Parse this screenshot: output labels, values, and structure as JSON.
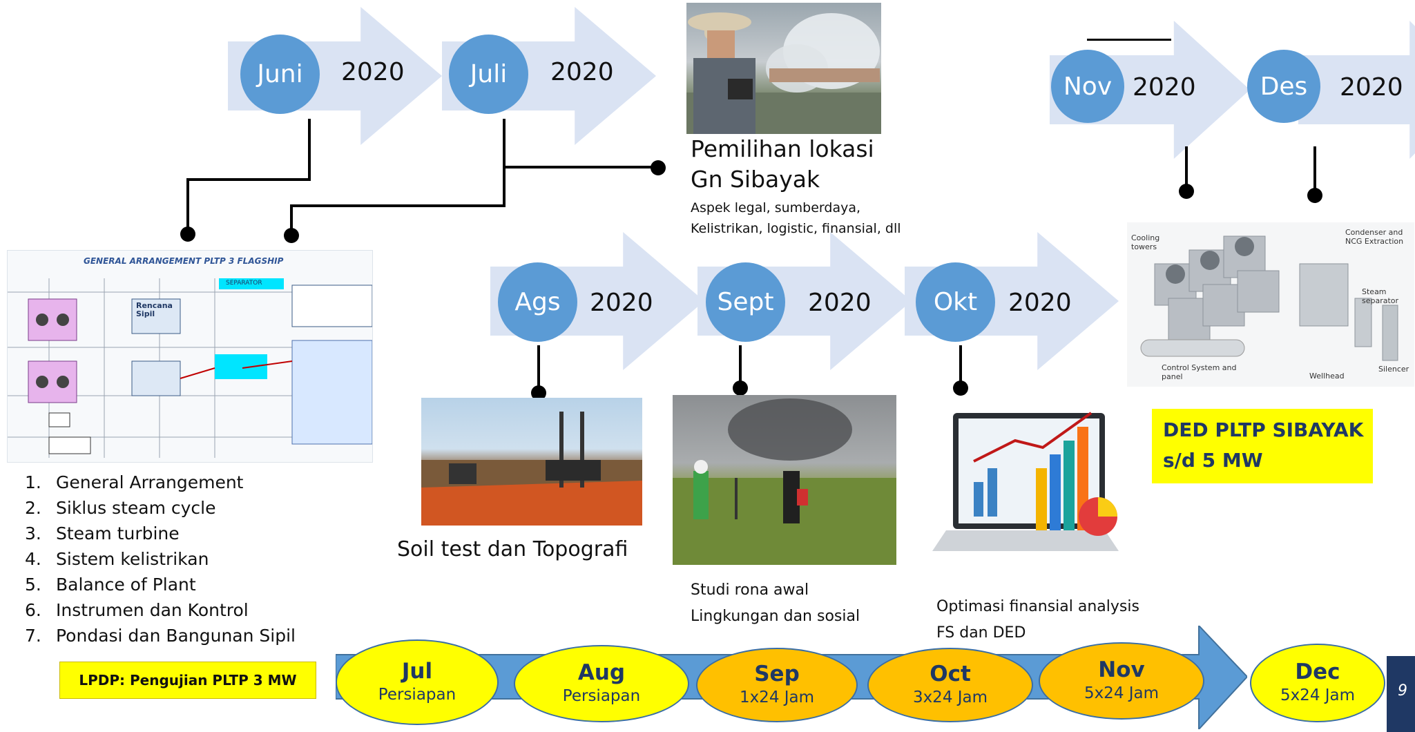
{
  "months_top": [
    {
      "month": "Juni",
      "year": "2020"
    },
    {
      "month": "Juli",
      "year": "2020"
    },
    {
      "month": "Nov",
      "year": "2020"
    },
    {
      "month": "Des",
      "year": "2020"
    }
  ],
  "months_mid": [
    {
      "month": "Ags",
      "year": "2020"
    },
    {
      "month": "Sept",
      "year": "2020"
    },
    {
      "month": "Okt",
      "year": "2020"
    }
  ],
  "site": {
    "title1": "Pemilihan lokasi",
    "title2": "Gn Sibayak",
    "note1": "Aspek legal, sumberdaya,",
    "note2": "Kelistrikan, logistic, finansial, dll"
  },
  "ga_image": {
    "title": "GENERAL ARRANGEMENT PLTP 3 FLAGSHIP",
    "label1": "Rencana Sipil",
    "label2": "SEPARATOR"
  },
  "ga_list": [
    {
      "num": "1.",
      "text": "General Arrangement"
    },
    {
      "num": "2.",
      "text": "Siklus steam cycle"
    },
    {
      "num": "3.",
      "text": "Steam turbine"
    },
    {
      "num": "4.",
      "text": "Sistem kelistrikan"
    },
    {
      "num": "5.",
      "text": "Balance of Plant"
    },
    {
      "num": "6.",
      "text": "Instrumen dan Kontrol"
    },
    {
      "num": "7.",
      "text": "Pondasi dan Bangunan Sipil"
    }
  ],
  "soil_caption": "Soil test dan Topografi",
  "rona": {
    "line1": "Studi rona awal",
    "line2": "Lingkungan dan sosial"
  },
  "finance": {
    "line1": "Optimasi finansial analysis",
    "line2": "FS dan DED"
  },
  "ded": {
    "line1": "DED PLTP SIBAYAK",
    "line2": "s/d 5 MW"
  },
  "plant_labels": {
    "a": "Cooling towers",
    "b": "Condenser and NCG Extraction",
    "c": "Steam separator",
    "d": "Control System and panel",
    "e": "Wellhead",
    "f": "Silencer"
  },
  "lpdp_label": "LPDP: Pengujian PLTP 3 MW",
  "timeline": [
    {
      "month": "Jul",
      "sub": "Persiapan"
    },
    {
      "month": "Aug",
      "sub": "Persiapan"
    },
    {
      "month": "Sep",
      "sub": "1x24 Jam"
    },
    {
      "month": "Oct",
      "sub": "3x24 Jam"
    },
    {
      "month": "Nov",
      "sub": "5x24 Jam"
    },
    {
      "month": "Dec",
      "sub": "5x24 Jam"
    }
  ],
  "page_num": "9",
  "colors": {
    "circle": "#5b9bd5",
    "arrow": "#dae3f3",
    "yellow": "#ffff00",
    "orange": "#ffc000",
    "timeline_arrow": "#5b9bd5"
  }
}
